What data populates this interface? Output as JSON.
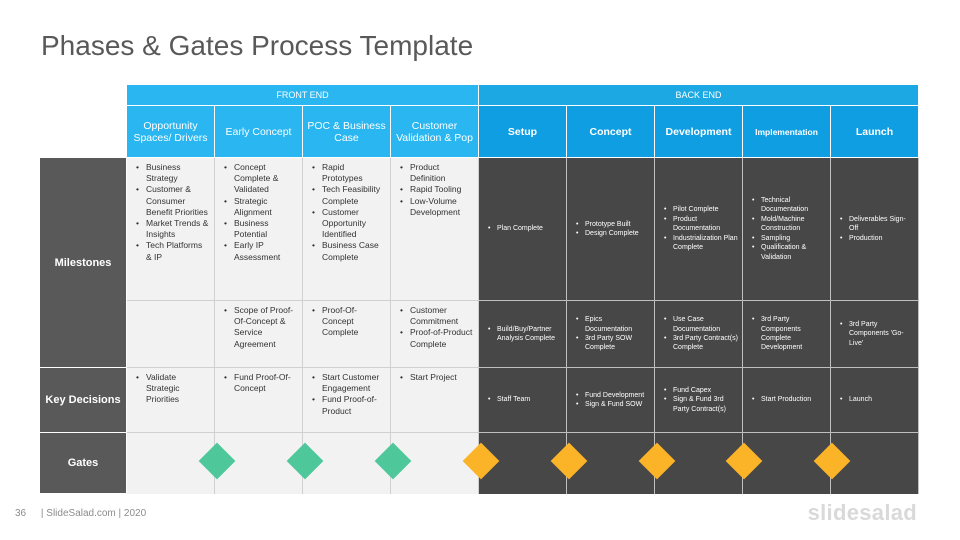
{
  "title": "Phases & Gates Process Template",
  "front_end_label": "FRONT END",
  "back_end_label": "BACK END",
  "headers": [
    "Opportunity Spaces/ Drivers",
    "Early Concept",
    "POC & Business Case",
    "Customer Validation & Pop",
    "Setup",
    "Concept",
    "Development",
    "Implementation",
    "Launch"
  ],
  "row_labels": {
    "milestones": "Milestones",
    "key_decisions": "Key Decisions",
    "gates": "Gates"
  },
  "milestones_a": [
    [
      "Business Strategy",
      "Customer & Consumer Benefit Priorities",
      "Market Trends & Insights",
      "Tech Platforms & IP"
    ],
    [
      "Concept Complete & Validated",
      "Strategic Alignment",
      "Business Potential",
      "Early IP Assessment"
    ],
    [
      "Rapid Prototypes",
      "Tech Feasibility Complete",
      "Customer Opportunity Identified",
      "Business Case Complete"
    ],
    [
      "Product Definition",
      "Rapid Tooling",
      "Low-Volume Development"
    ],
    [
      "Plan Complete"
    ],
    [
      "Prototype Built",
      "Design Complete"
    ],
    [
      "Pilot Complete",
      "Product Documentation",
      "Industrialization Plan Complete"
    ],
    [
      "Technical Documentation",
      "Mold/Machine Construction",
      "Sampling",
      "Qualification & Validation"
    ],
    [
      "Deliverables Sign-Off",
      "Production"
    ]
  ],
  "milestones_b": [
    [],
    [
      "Scope of Proof-Of-Concept & Service Agreement"
    ],
    [
      "Proof-Of-Concept Complete"
    ],
    [
      "Customer Commitment",
      "Proof-of-Product Complete"
    ],
    [
      "Build/Buy/Partner Analysis Complete"
    ],
    [
      "Epics Documentation",
      "3rd Party SOW Complete"
    ],
    [
      "Use Case Documentation",
      "3rd Party Contract(s) Complete"
    ],
    [
      "3rd Party Components Complete Development"
    ],
    [
      "3rd Party Components 'Go-Live'"
    ]
  ],
  "key_decisions": [
    [
      "Validate Strategic Priorities"
    ],
    [
      "Fund Proof-Of-Concept"
    ],
    [
      "Start Customer Engagement",
      "Fund Proof-of-Product"
    ],
    [
      "Start Project"
    ],
    [
      "Staff Team"
    ],
    [
      "Fund Development",
      "Sign & Fund SOW"
    ],
    [
      "Fund Capex",
      "Sign & Fund 3rd Party Contract(s)"
    ],
    [
      "Start Production"
    ],
    [
      "Launch"
    ]
  ],
  "gate_colors": {
    "front_end": "#4ec79b",
    "back_end": "#fbb327"
  },
  "footer": {
    "page_number": "36",
    "text": "| SlideSalad.com | 2020"
  },
  "logo_text": "slidesalad"
}
